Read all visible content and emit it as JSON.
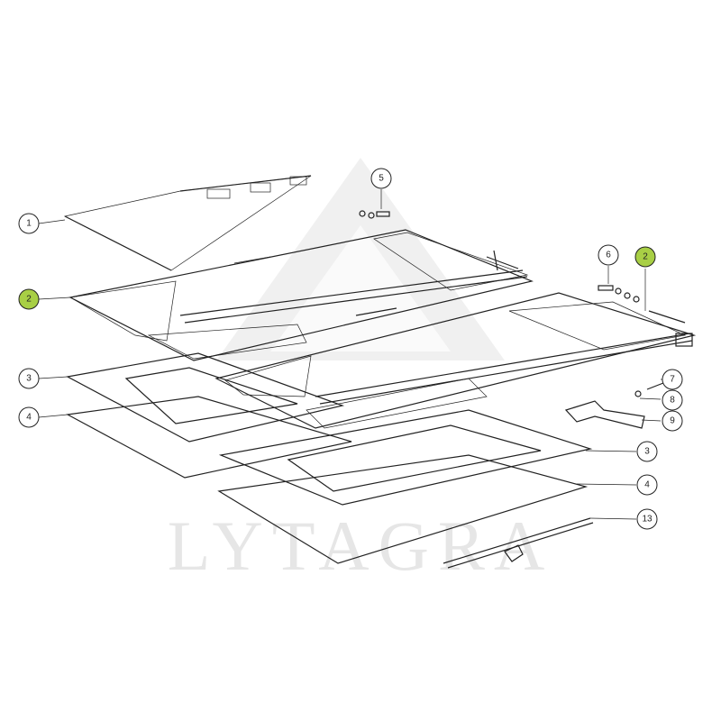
{
  "watermark": {
    "text": "LYTAGRA",
    "color": "#e6e6e6"
  },
  "colors": {
    "highlight": "#a8cf45",
    "line": "#222222",
    "callout_fill": "#ffffff"
  },
  "callouts": [
    {
      "id": "c1",
      "label": "1",
      "highlighted": false
    },
    {
      "id": "c2a",
      "label": "2",
      "highlighted": true
    },
    {
      "id": "c2b",
      "label": "2",
      "highlighted": true
    },
    {
      "id": "c3a",
      "label": "3",
      "highlighted": false
    },
    {
      "id": "c3b",
      "label": "3",
      "highlighted": false
    },
    {
      "id": "c4a",
      "label": "4",
      "highlighted": false
    },
    {
      "id": "c4b",
      "label": "4",
      "highlighted": false
    },
    {
      "id": "c5",
      "label": "5",
      "highlighted": false
    },
    {
      "id": "c6",
      "label": "6",
      "highlighted": false
    },
    {
      "id": "c7",
      "label": "7",
      "highlighted": false
    },
    {
      "id": "c8",
      "label": "8",
      "highlighted": false
    },
    {
      "id": "c9",
      "label": "9",
      "highlighted": false
    },
    {
      "id": "c13",
      "label": "13",
      "highlighted": false
    }
  ]
}
